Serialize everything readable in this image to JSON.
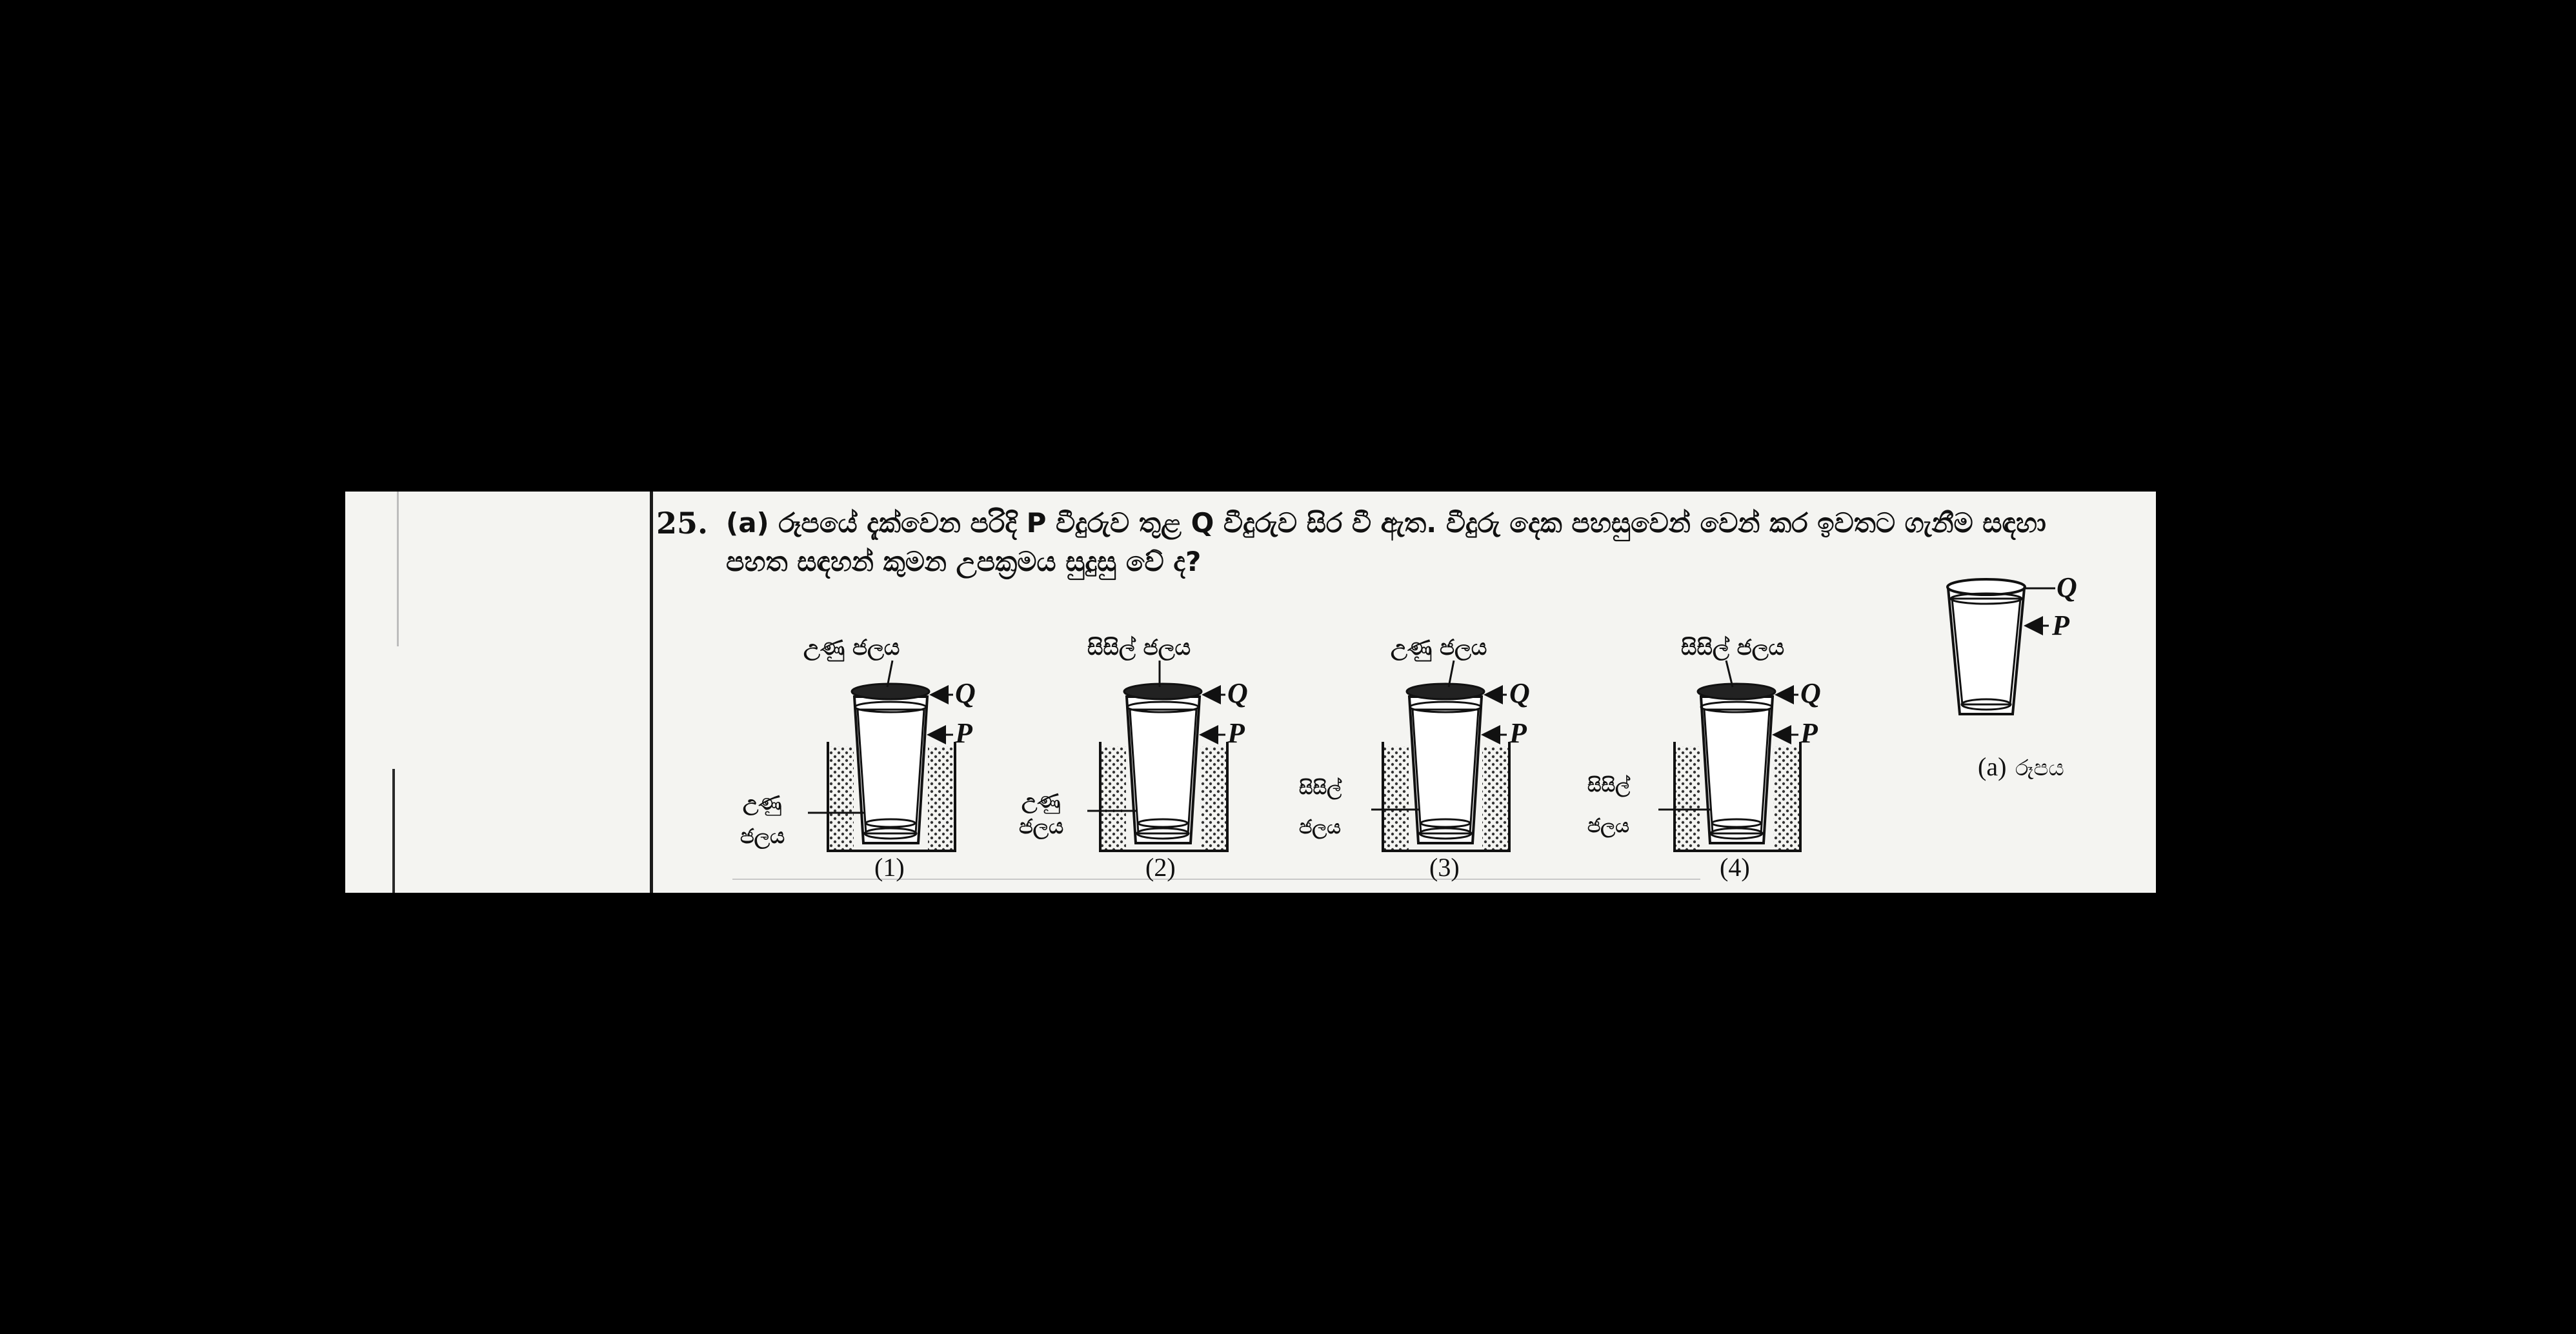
{
  "question": {
    "number": "25.",
    "line1": "(a) රූපයේ දැක්වෙන පරිදි P වීදුරුව තුළ Q වීදුරුව සිර වී ඇත. වීදුරු දෙක පහසුවෙන් වෙන් කර ඉවතට ගැනීම සඳහා",
    "line2": "පහත සඳහන් කුමන උපක්‍රමය සුදුසු වේ ද?"
  },
  "options": [
    {
      "top_label": "උණු ජලය",
      "side_label_1": "උණු",
      "side_label_2": "ජලය",
      "number": "(1)"
    },
    {
      "top_label": "සිසිල් ජලය",
      "side_label_1": "උණු",
      "side_label_2": "ජලය",
      "number": "(2)"
    },
    {
      "top_label": "උණු ජලය",
      "side_label_1": "සිසිල්",
      "side_label_2": "ජලය",
      "number": "(3)"
    },
    {
      "top_label": "සිසිල් ජලය",
      "side_label_1": "සිසිල්",
      "side_label_2": "ජලය",
      "number": "(4)"
    }
  ],
  "glass_labels": {
    "q": "Q",
    "p": "P"
  },
  "reference_figure": {
    "caption_letter": "(a)",
    "caption_word": "රූපය"
  }
}
